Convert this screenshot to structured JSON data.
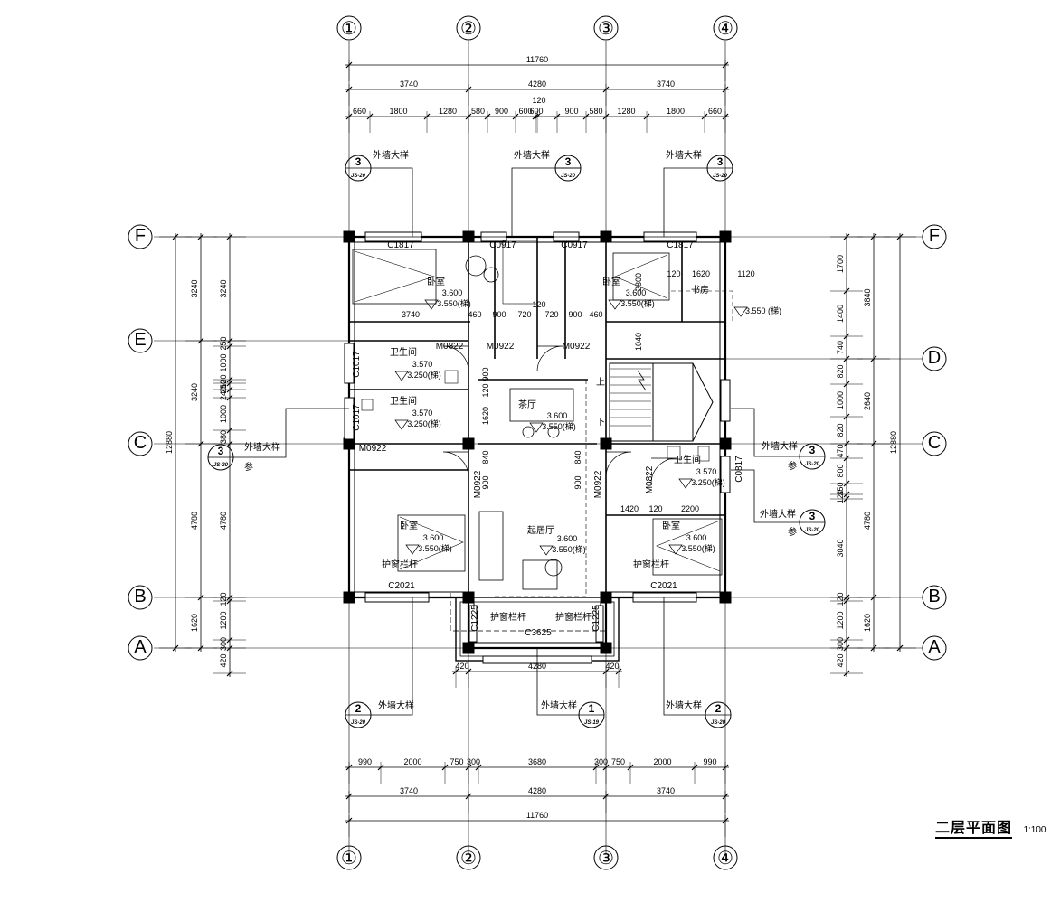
{
  "title": {
    "name": "二层平面图",
    "scale": "1:100"
  },
  "grid_axes": {
    "columns": [
      "①",
      "②",
      "③",
      "④"
    ],
    "rows": [
      "F",
      "E",
      "D",
      "C",
      "B",
      "A"
    ]
  },
  "dimensions": {
    "top_total": "11760",
    "top_bays": [
      "3740",
      "4280",
      "3740"
    ],
    "top_detail": [
      "660",
      "1800",
      "1280",
      "580",
      "900",
      "600",
      "600",
      "900",
      "580",
      "1280",
      "1800",
      "660"
    ],
    "top_extra": "120",
    "bottom_detail": [
      "990",
      "2000",
      "750",
      "300",
      "3680",
      "300",
      "750",
      "2000",
      "990"
    ],
    "bottom_bays": [
      "3740",
      "4280",
      "3740"
    ],
    "bottom_total": "11760",
    "porch": [
      "420",
      "4280",
      "420"
    ],
    "left_total": "12880",
    "left_bays": [
      "3240",
      "3240",
      "4780",
      "1620"
    ],
    "left_detail": [
      "3240",
      "250",
      "1000",
      "120",
      "250",
      "240",
      "1000",
      "380",
      "4780",
      "120",
      "1200",
      "300",
      "420"
    ],
    "right_total": "12880",
    "right_bays": [
      "3840",
      "2640",
      "4780",
      "1620"
    ],
    "right_detail": [
      "1700",
      "1400",
      "740",
      "820",
      "1000",
      "820",
      "470",
      "800",
      "350",
      "120",
      "3040",
      "120",
      "1200",
      "300",
      "420"
    ],
    "interior": [
      "3740",
      "460",
      "900",
      "720",
      "120",
      "720",
      "900",
      "460",
      "120",
      "1620",
      "1120",
      "2800",
      "1040",
      "900",
      "120",
      "1620",
      "840",
      "840",
      "900",
      "900",
      "1420",
      "120",
      "2200"
    ]
  },
  "rooms": [
    {
      "name": "卧室",
      "level": "3.600",
      "sub": "3.550(梯)"
    },
    {
      "name": "卧室",
      "level": "3.600",
      "sub": "3.550(梯)"
    },
    {
      "name": "书房",
      "level": "",
      "sub": "3.550 (梯)"
    },
    {
      "name": "卫生间",
      "level": "3.570",
      "sub": "3.250(梯)"
    },
    {
      "name": "卫生间",
      "level": "3.570",
      "sub": "3.250(梯)"
    },
    {
      "name": "茶厅",
      "level": "3.600",
      "sub": "3.550(梯)"
    },
    {
      "name": "卫生间",
      "level": "3.570",
      "sub": "3.250(梯)"
    },
    {
      "name": "卧室",
      "level": "3.600",
      "sub": "3.550(梯)"
    },
    {
      "name": "起居厅",
      "level": "3.600",
      "sub": "3.550(梯)"
    },
    {
      "name": "卧室",
      "level": "3.600",
      "sub": "3.550(梯)"
    }
  ],
  "openings": [
    "C1817",
    "C0917",
    "C0917",
    "C1817",
    "M0822",
    "M0922",
    "M0922",
    "C1017",
    "C1017",
    "M0922",
    "M0922",
    "M0922",
    "M0822",
    "C0817",
    "C2021",
    "C2021",
    "C1225",
    "C1225",
    "C3625"
  ],
  "notes": {
    "wall_detail": "外墙大样",
    "ref": "参",
    "railing": "护窗栏杆",
    "stair_up": "上",
    "stair_down": "下"
  },
  "detail_marks": [
    {
      "num": "3",
      "sheet": "JS-20"
    },
    {
      "num": "3",
      "sheet": "JS-20"
    },
    {
      "num": "3",
      "sheet": "JS-20"
    },
    {
      "num": "3",
      "sheet": "JS-20"
    },
    {
      "num": "3",
      "sheet": "JS-20"
    },
    {
      "num": "3",
      "sheet": "JS-20"
    },
    {
      "num": "2",
      "sheet": "JS-20"
    },
    {
      "num": "1",
      "sheet": "JS-19"
    },
    {
      "num": "2",
      "sheet": "JS-20"
    }
  ]
}
